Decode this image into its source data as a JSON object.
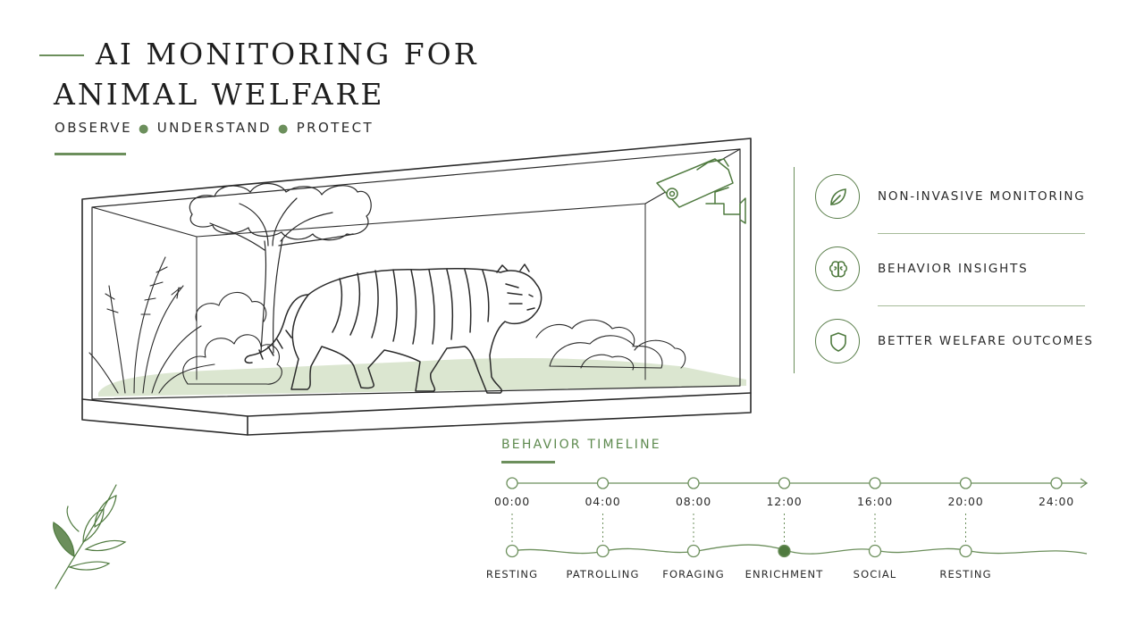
{
  "header": {
    "title_line1": "AI MONITORING FOR",
    "title_line2": "ANIMAL WELFARE",
    "tagline": [
      "OBSERVE",
      "UNDERSTAND",
      "PROTECT"
    ]
  },
  "features": [
    {
      "icon": "leaf-icon",
      "label": "NON-INVASIVE MONITORING"
    },
    {
      "icon": "brain-icon",
      "label": "BEHAVIOR INSIGHTS"
    },
    {
      "icon": "shield-icon",
      "label": "BETTER WELFARE OUTCOMES"
    }
  ],
  "timeline": {
    "title": "BEHAVIOR TIMELINE",
    "times": [
      "00:00",
      "04:00",
      "08:00",
      "12:00",
      "16:00",
      "20:00",
      "24:00"
    ],
    "activities": [
      "RESTING",
      "PATROLLING",
      "FORAGING",
      "ENRICHMENT",
      "SOCIAL",
      "RESTING"
    ],
    "highlighted_activity": "ENRICHMENT"
  },
  "colors": {
    "accent": "#6c8f5c",
    "accent_dark": "#4f7a3f",
    "ground": "#dbe6d0",
    "ink": "#1f1f1f"
  }
}
